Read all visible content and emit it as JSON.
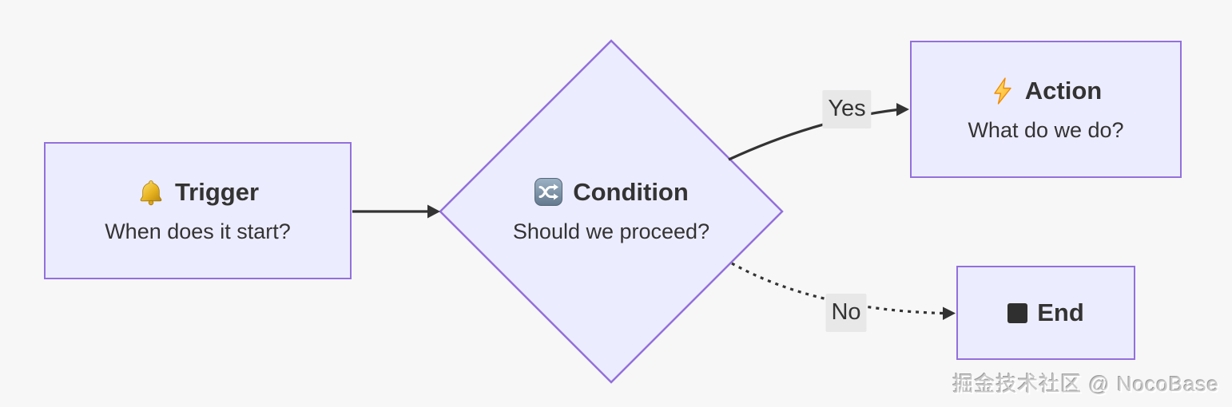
{
  "diagram": {
    "type": "flowchart",
    "direction": "left-to-right",
    "background": "#f7f7f8"
  },
  "theme": {
    "node_fill": "#ECECFF",
    "node_border": "#9370DB",
    "node_text_color": "#333333",
    "edge_color": "#333333",
    "edge_label_bg": "#e8e8e8",
    "bell_icon_color": "#e8b421",
    "lightning_icon_color": "#ffcc33",
    "shuffle_icon_color": "#7e96ac"
  },
  "nodes": {
    "trigger": {
      "shape": "rectangle",
      "icon": "bell-icon",
      "title": "Trigger",
      "subtitle": "When does it start?"
    },
    "condition": {
      "shape": "diamond",
      "icon": "shuffle-icon",
      "title": "Condition",
      "subtitle": "Should we proceed?"
    },
    "action": {
      "shape": "rectangle",
      "icon": "lightning-icon",
      "title": "Action",
      "subtitle": "What do we do?"
    },
    "end": {
      "shape": "rectangle",
      "icon": "black-square-icon",
      "title": "End",
      "subtitle": ""
    }
  },
  "edges": {
    "trigger_condition": {
      "from": "trigger",
      "to": "condition",
      "label": "",
      "style": "solid"
    },
    "condition_action": {
      "from": "condition",
      "to": "action",
      "label": "Yes",
      "style": "solid"
    },
    "condition_end": {
      "from": "condition",
      "to": "end",
      "label": "No",
      "style": "dashed"
    }
  },
  "watermark": {
    "text": "掘金技术社区 @ NocoBase"
  }
}
